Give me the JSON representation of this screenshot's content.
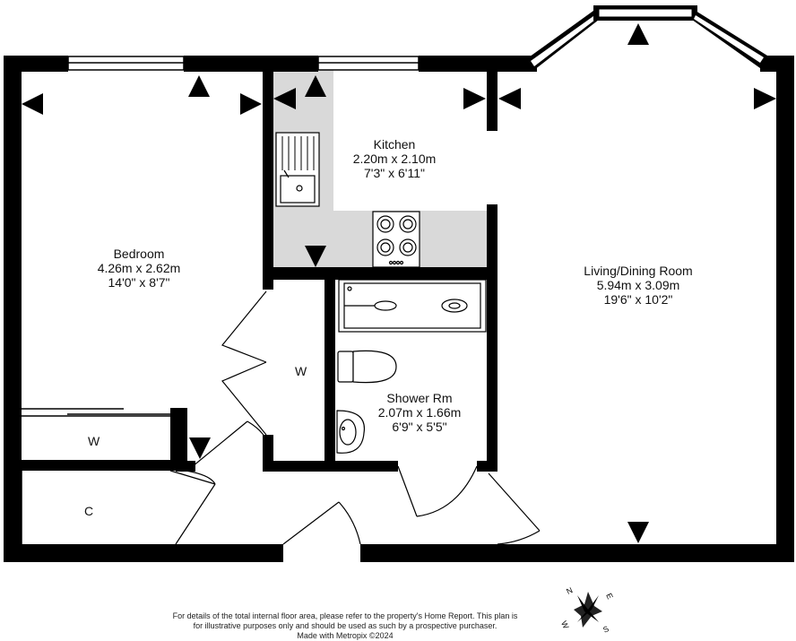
{
  "rooms": {
    "bedroom": {
      "name": "Bedroom",
      "metric": "4.26m  x 2.62m",
      "imperial": "14'0\"  x 8'7\""
    },
    "kitchen": {
      "name": "Kitchen",
      "metric": "2.20m  x 2.10m",
      "imperial": "7'3\"  x 6'11\""
    },
    "living": {
      "name": "Living/Dining Room",
      "metric": "5.94m  x 3.09m",
      "imperial": "19'6\"  x 10'2\""
    },
    "shower": {
      "name": "Shower Rm",
      "metric": "2.07m  x 1.66m",
      "imperial": "6'9\"  x 5'5\""
    },
    "wardrobe_hall": {
      "name": "W"
    },
    "wardrobe_bedroom": {
      "name": "W"
    },
    "cupboard": {
      "name": "C"
    }
  },
  "compass": {
    "n": "N",
    "e": "E",
    "s": "S",
    "w": "W"
  },
  "footer": {
    "line1": "For details of the total internal floor area, please refer to the property's Home Report. This plan is",
    "line2": "for illustrative purposes only and should be used as such by a prospective purchaser.",
    "line3": "Made with Metropix ©2024"
  }
}
